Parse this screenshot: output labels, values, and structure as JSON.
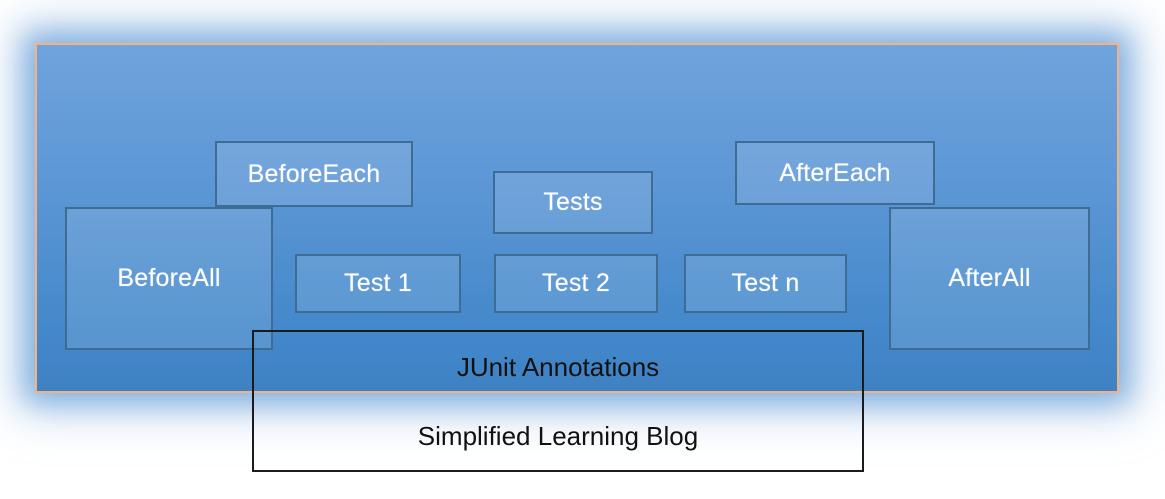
{
  "diagram": {
    "title": "JUnit Annotations",
    "subtitle": "Simplified Learning Blog",
    "colors": {
      "panel_border": "#F6B183",
      "panel_gradient_top": "#6FA4DD",
      "panel_gradient_bottom": "#3E82C4",
      "box_border": "#3F6C93",
      "box_text": "#FFFFFF",
      "caption_border": "#1B1B1B",
      "caption_text": "#111111",
      "page_background": "#FFFFFF"
    },
    "boxes": {
      "before_all": {
        "label": "BeforeAll"
      },
      "before_each": {
        "label": "BeforeEach"
      },
      "tests": {
        "label": "Tests"
      },
      "test_1": {
        "label": "Test 1"
      },
      "test_2": {
        "label": "Test 2"
      },
      "test_n": {
        "label": "Test n"
      },
      "after_each": {
        "label": "AfterEach"
      },
      "after_all": {
        "label": "AfterAll"
      }
    },
    "caption": {
      "primary": "JUnit Annotations",
      "secondary": "Simplified Learning Blog"
    }
  }
}
